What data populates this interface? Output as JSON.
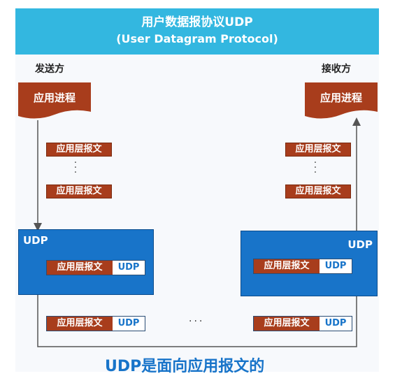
{
  "header": {
    "title": "用户数据报协议UDP",
    "subtitle": "(User Datagram Protocol)"
  },
  "sender": {
    "role": "发送方",
    "process": "应用进程",
    "messages": [
      "应用层报文",
      "应用层报文"
    ],
    "udp_label": "UDP"
  },
  "receiver": {
    "role": "接收方",
    "process": "应用进程",
    "messages": [
      "应用层报文",
      "应用层报文"
    ],
    "udp_label": "UDP"
  },
  "datagram": {
    "message": "应用层报文",
    "header": "UDP"
  },
  "caption": "UDP是面向应用报文的",
  "colors": {
    "banner": "#33b7e0",
    "process_brown": "#a83d1c",
    "udp_blue": "#1874c9"
  }
}
